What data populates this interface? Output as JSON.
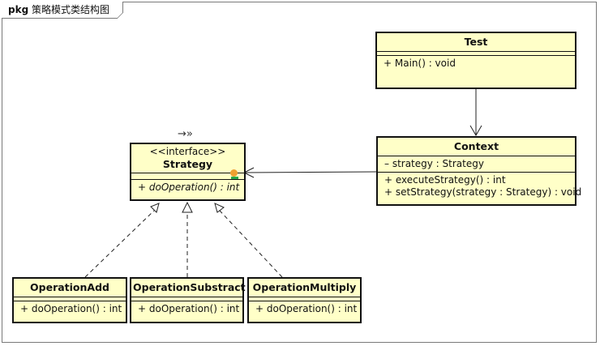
{
  "frame": {
    "keyword": "pkg",
    "title": "策略模式类结构图"
  },
  "classes": {
    "test": {
      "name": "Test",
      "attributes": [],
      "operations": [
        "+ Main() : void"
      ]
    },
    "context": {
      "name": "Context",
      "attributes": [
        "– strategy : Strategy"
      ],
      "operations": [
        "+ executeStrategy() : int",
        "+ setStrategy(strategy : Strategy) : void"
      ]
    },
    "strategy": {
      "stereotype": "<<interface>>",
      "name": "Strategy",
      "glyph": "→»",
      "attributes": [],
      "operations": [
        "+ doOperation() : int"
      ]
    },
    "add": {
      "name": "OperationAdd",
      "operations": [
        "+ doOperation() : int"
      ]
    },
    "substract": {
      "name": "OperationSubstract",
      "operations": [
        "+ doOperation() : int"
      ]
    },
    "multiply": {
      "name": "OperationMultiply",
      "operations": [
        "+ doOperation() : int"
      ]
    }
  },
  "relationships": [
    {
      "from": "Test",
      "to": "Context",
      "type": "association"
    },
    {
      "from": "Context",
      "to": "Strategy",
      "type": "association"
    },
    {
      "from": "OperationAdd",
      "to": "Strategy",
      "type": "realization"
    },
    {
      "from": "OperationSubstract",
      "to": "Strategy",
      "type": "realization"
    },
    {
      "from": "OperationMultiply",
      "to": "Strategy",
      "type": "realization"
    }
  ],
  "colors": {
    "class_fill": "#ffffc8",
    "border": "#111111",
    "marker_orange": "#f0a030",
    "marker_green": "#2aa84a"
  }
}
